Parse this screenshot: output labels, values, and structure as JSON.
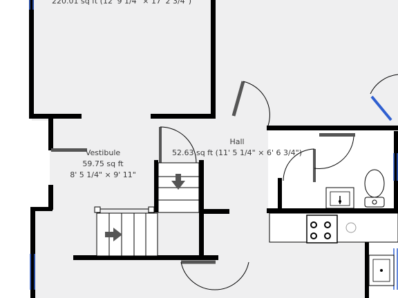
{
  "rooms": {
    "top_left": {
      "area": "220.01 sq ft (12' 9 1/4\" × 17' 2 3/4\")"
    },
    "vestibule": {
      "name": "Vestibule",
      "area": "59.75 sq ft",
      "dims": "8' 5 1/4\" × 9' 11\""
    },
    "hall": {
      "name": "Hall",
      "area": "52.63 sq ft (11' 5 1/4\" × 6' 6 3/4\")"
    }
  },
  "colors": {
    "floor": "#efeff0",
    "wall": "#000000",
    "door": "#555555",
    "window": "#2f5fd0"
  }
}
